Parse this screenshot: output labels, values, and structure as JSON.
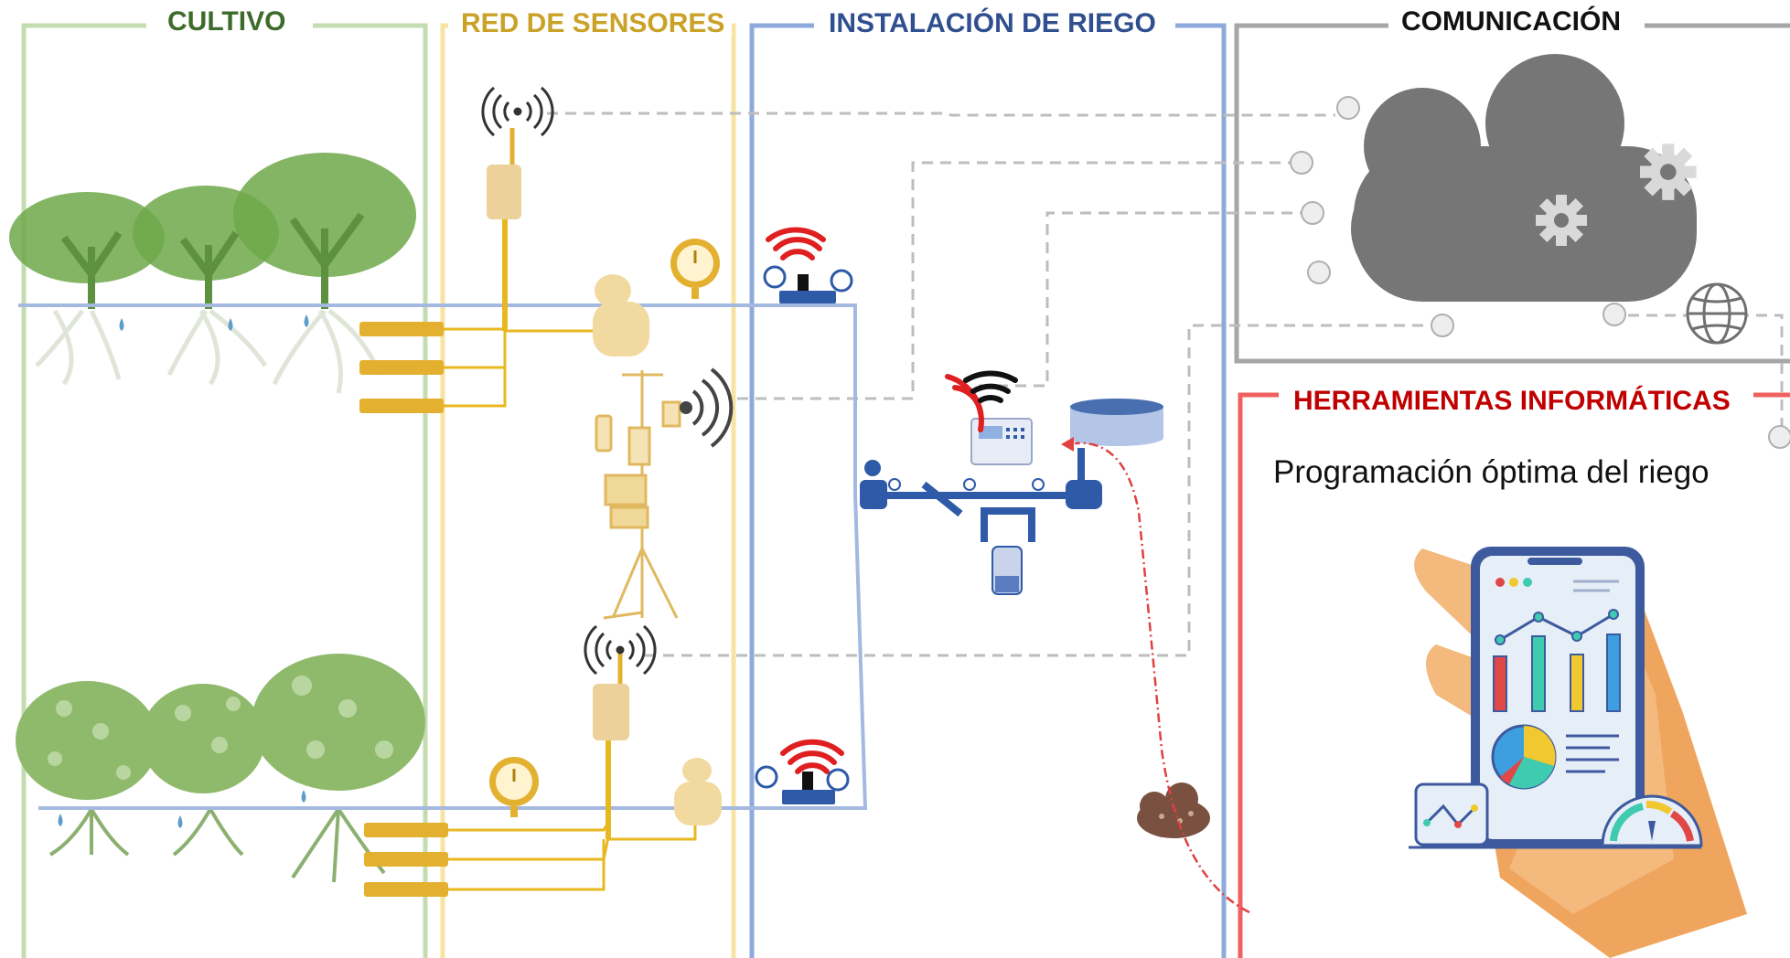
{
  "sections": {
    "cultivo": "CULTIVO",
    "red_sensores": "RED DE SENSORES",
    "instalacion": "INSTALACIÓN DE RIEGO",
    "comunicacion": "COMUNICACIÓN",
    "herramientas": "HERRAMIENTAS INFORMÁTICAS"
  },
  "herramientas_text": "Programación óptima del riego",
  "colors": {
    "cultivo": "#c3dcb0",
    "sensores": "#f7e3a2",
    "instalacion": "#8eaadb",
    "comunicacion": "#a6a6a6",
    "herramientas": "#f06060",
    "sensor_gold": "#e3b030",
    "cloud": "#767676",
    "wifi_red": "#e02020"
  },
  "icons": [
    "olive-tree-icon",
    "orange-tree-icon",
    "soil-moisture-probe-icon",
    "antenna-icon",
    "datalogger-icon",
    "weather-station-icon",
    "tensiometer-icon",
    "water-meter-icon",
    "pressure-gauge-icon",
    "wifi-icon",
    "irrigation-controller-icon",
    "water-tank-icon",
    "pump-icon",
    "filter-icon",
    "fertilizer-tank-icon",
    "cloud-icon",
    "gear-icon",
    "globe-icon",
    "smartphone-icon",
    "hand-icon",
    "soil-icon"
  ]
}
